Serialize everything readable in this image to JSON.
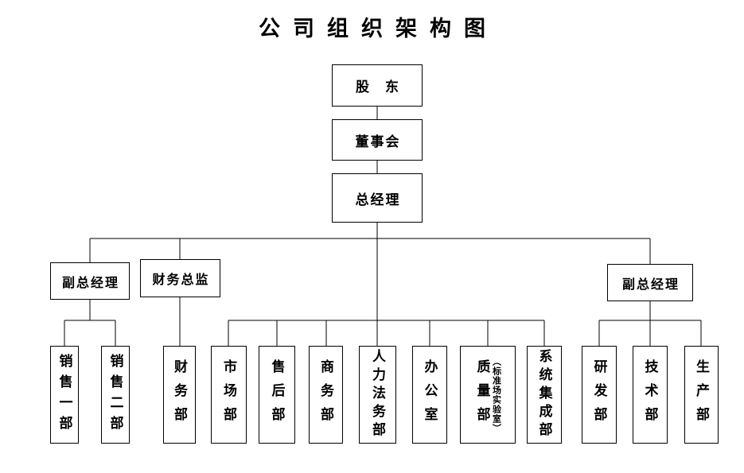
{
  "title": "公司组织架构图",
  "nodes": {
    "shareholders": {
      "label": "股东"
    },
    "board": {
      "label": "董事会"
    },
    "general_manager": {
      "label": "总经理"
    },
    "deputy_gm_left": {
      "label": "副总经理"
    },
    "cfo": {
      "label": "财务总监"
    },
    "deputy_gm_right": {
      "label": "副总经理"
    },
    "sales_dept_1": {
      "label": "销售一部"
    },
    "sales_dept_2": {
      "label": "销售二部"
    },
    "finance_dept": {
      "label": "财务部"
    },
    "marketing_dept": {
      "label": "市场部"
    },
    "aftersales_dept": {
      "label": "售后部"
    },
    "commerce_dept": {
      "label": "商务部"
    },
    "hr_legal_dept": {
      "label": "人力法务部"
    },
    "office": {
      "label": "办公室"
    },
    "quality_dept": {
      "label": "质量部",
      "sublabel": "（标准场实验室）"
    },
    "system_integration_dept": {
      "label": "系统集成部"
    },
    "rnd_dept": {
      "label": "研发部"
    },
    "tech_dept": {
      "label": "技术部"
    },
    "production_dept": {
      "label": "生产部"
    }
  },
  "colors": {
    "line": "#000000",
    "background": "#ffffff",
    "text": "#000000"
  }
}
